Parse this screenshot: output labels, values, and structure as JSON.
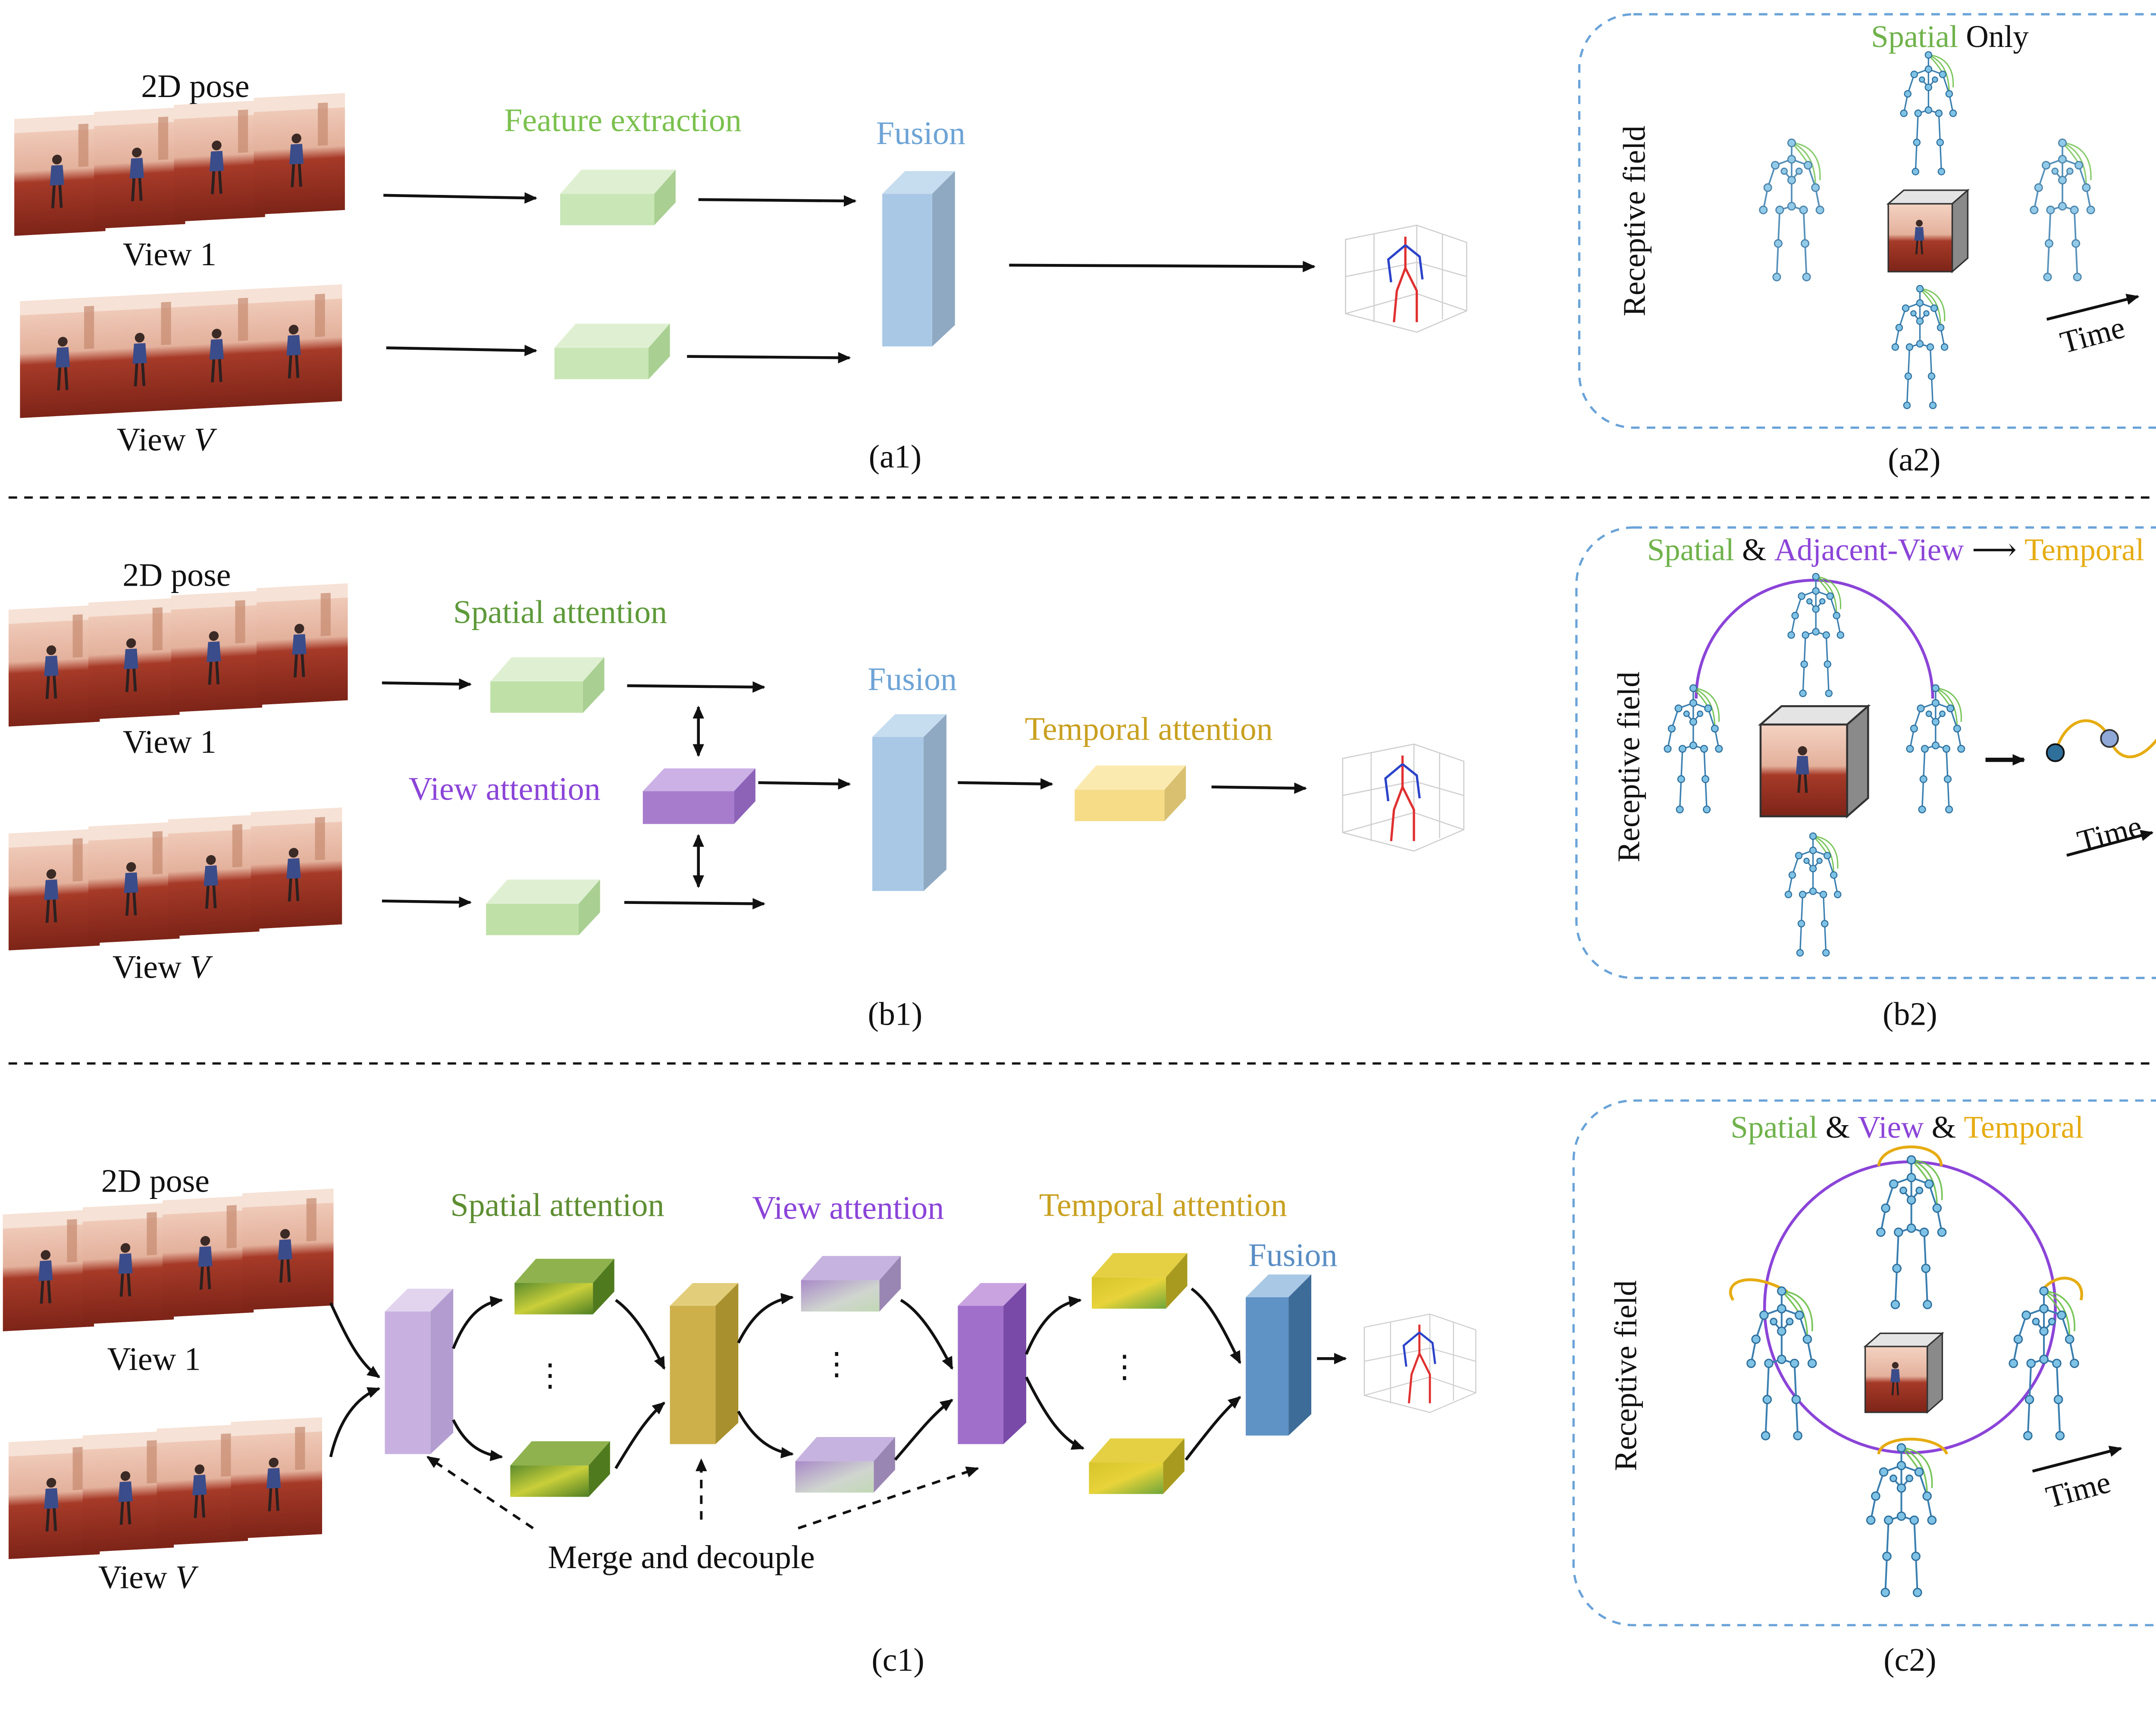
{
  "colors": {
    "spatial": "#6fb24b",
    "view": "#8b44d8",
    "temporal": "#e6ac12",
    "fusion": "#6e9fd0",
    "black": "#111111",
    "dashed_border": "#6aa3d8"
  },
  "panel_a": {
    "pose_title": "2D pose",
    "view1": "View 1",
    "viewV_prefix": "View ",
    "viewV_italic": "V",
    "feature_extraction": "Feature extraction",
    "fusion": "Fusion",
    "caption_left": "(a1)",
    "caption_right": "(a2)",
    "rf_title_spatial": "Spatial",
    "rf_title_only": " Only",
    "receptive_field": "Receptive field",
    "time": "Time"
  },
  "panel_b": {
    "pose_title": "2D pose",
    "view1": "View 1",
    "viewV_prefix": "View ",
    "viewV_italic": "V",
    "spatial_attention": "Spatial attention",
    "view_attention": "View attention",
    "fusion": "Fusion",
    "temporal_attention": "Temporal attention",
    "caption_left": "(b1)",
    "caption_right": "(b2)",
    "rf_spatial": "Spatial",
    "rf_amp1": " & ",
    "rf_adjacent": "Adjacent-View",
    "rf_arrow": " ⟶ ",
    "rf_temporal": "Temporal",
    "receptive_field": "Receptive field",
    "time": "Time"
  },
  "panel_c": {
    "pose_title": "2D pose",
    "view1": "View 1",
    "viewV_prefix": "View ",
    "viewV_italic": "V",
    "spatial_attention": "Spatial attention",
    "view_attention": "View attention",
    "temporal_attention": "Temporal attention",
    "fusion": "Fusion",
    "dots": "⋮",
    "merge_decouple": "Merge and decouple",
    "caption_left": "(c1)",
    "caption_right": "(c2)",
    "rf_spatial": "Spatial",
    "rf_amp1": " & ",
    "rf_view": "View",
    "rf_amp2": " & ",
    "rf_temporal": "Temporal",
    "receptive_field": "Receptive field",
    "time": "Time"
  }
}
